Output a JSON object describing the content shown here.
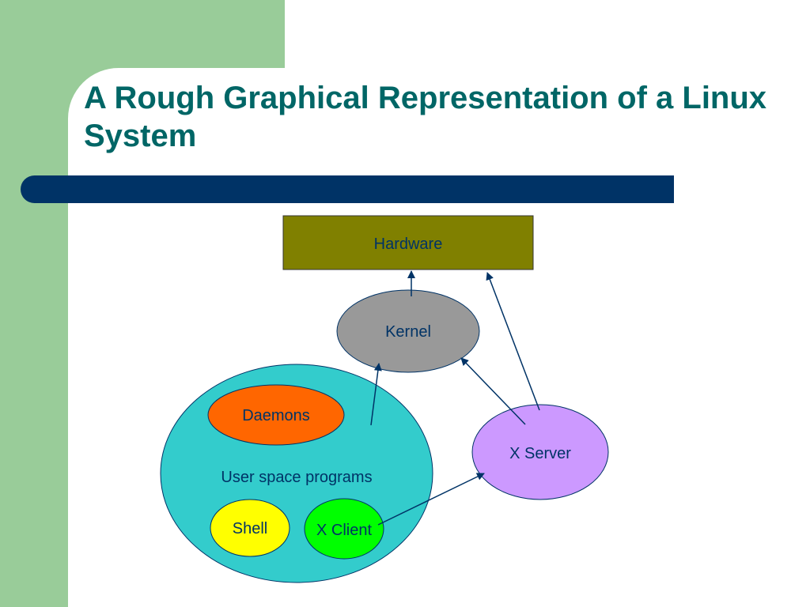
{
  "slide": {
    "title": "A Rough Graphical Representation of a Linux System"
  },
  "diagram": {
    "nodes": {
      "hardware": {
        "label": "Hardware",
        "fill": "#808000",
        "text_color": "#003366"
      },
      "kernel": {
        "label": "Kernel",
        "fill": "#999999",
        "text_color": "#003366"
      },
      "user_space": {
        "label": "User space programs",
        "fill": "#33cccc",
        "text_color": "#003366"
      },
      "daemons": {
        "label": "Daemons",
        "fill": "#ff6600",
        "text_color": "#003366"
      },
      "shell": {
        "label": "Shell",
        "fill": "#ffff00",
        "text_color": "#003366"
      },
      "x_client": {
        "label": "X Client",
        "fill": "#00ff00",
        "text_color": "#003366"
      },
      "x_server": {
        "label": "X Server",
        "fill": "#cc99ff",
        "text_color": "#003366"
      }
    },
    "edges": [
      {
        "from": "kernel",
        "to": "hardware"
      },
      {
        "from": "user_space",
        "to": "kernel"
      },
      {
        "from": "x_server",
        "to": "kernel"
      },
      {
        "from": "x_server",
        "to": "hardware"
      },
      {
        "from": "x_client",
        "to": "x_server"
      }
    ],
    "arrow_color": "#003366"
  }
}
